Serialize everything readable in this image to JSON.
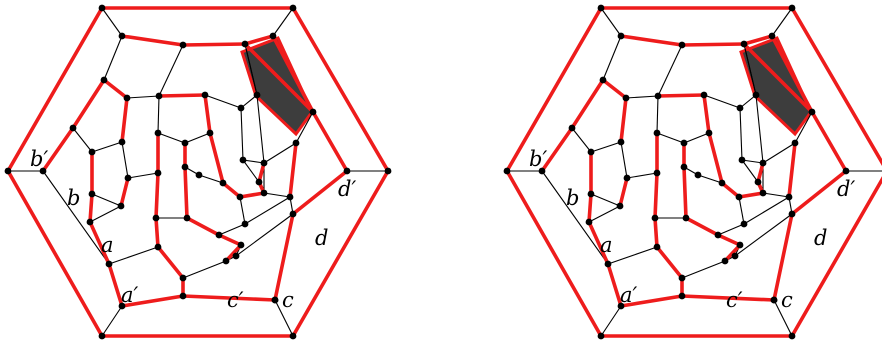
{
  "colors": {
    "background": "#ffffff",
    "edge": "#000000",
    "highlight": "#ee1c1c",
    "vertex": "#000000",
    "face_fill": "#3d3d3d"
  },
  "labels": {
    "b_prime": "b′",
    "b": "b",
    "a": "a",
    "a_prime": "a′",
    "c_prime": "c′",
    "c": "c",
    "d": "d",
    "d_prime": "d′"
  },
  "panels": [
    {
      "name": "left-graph-panel"
    },
    {
      "name": "right-graph-panel"
    }
  ]
}
